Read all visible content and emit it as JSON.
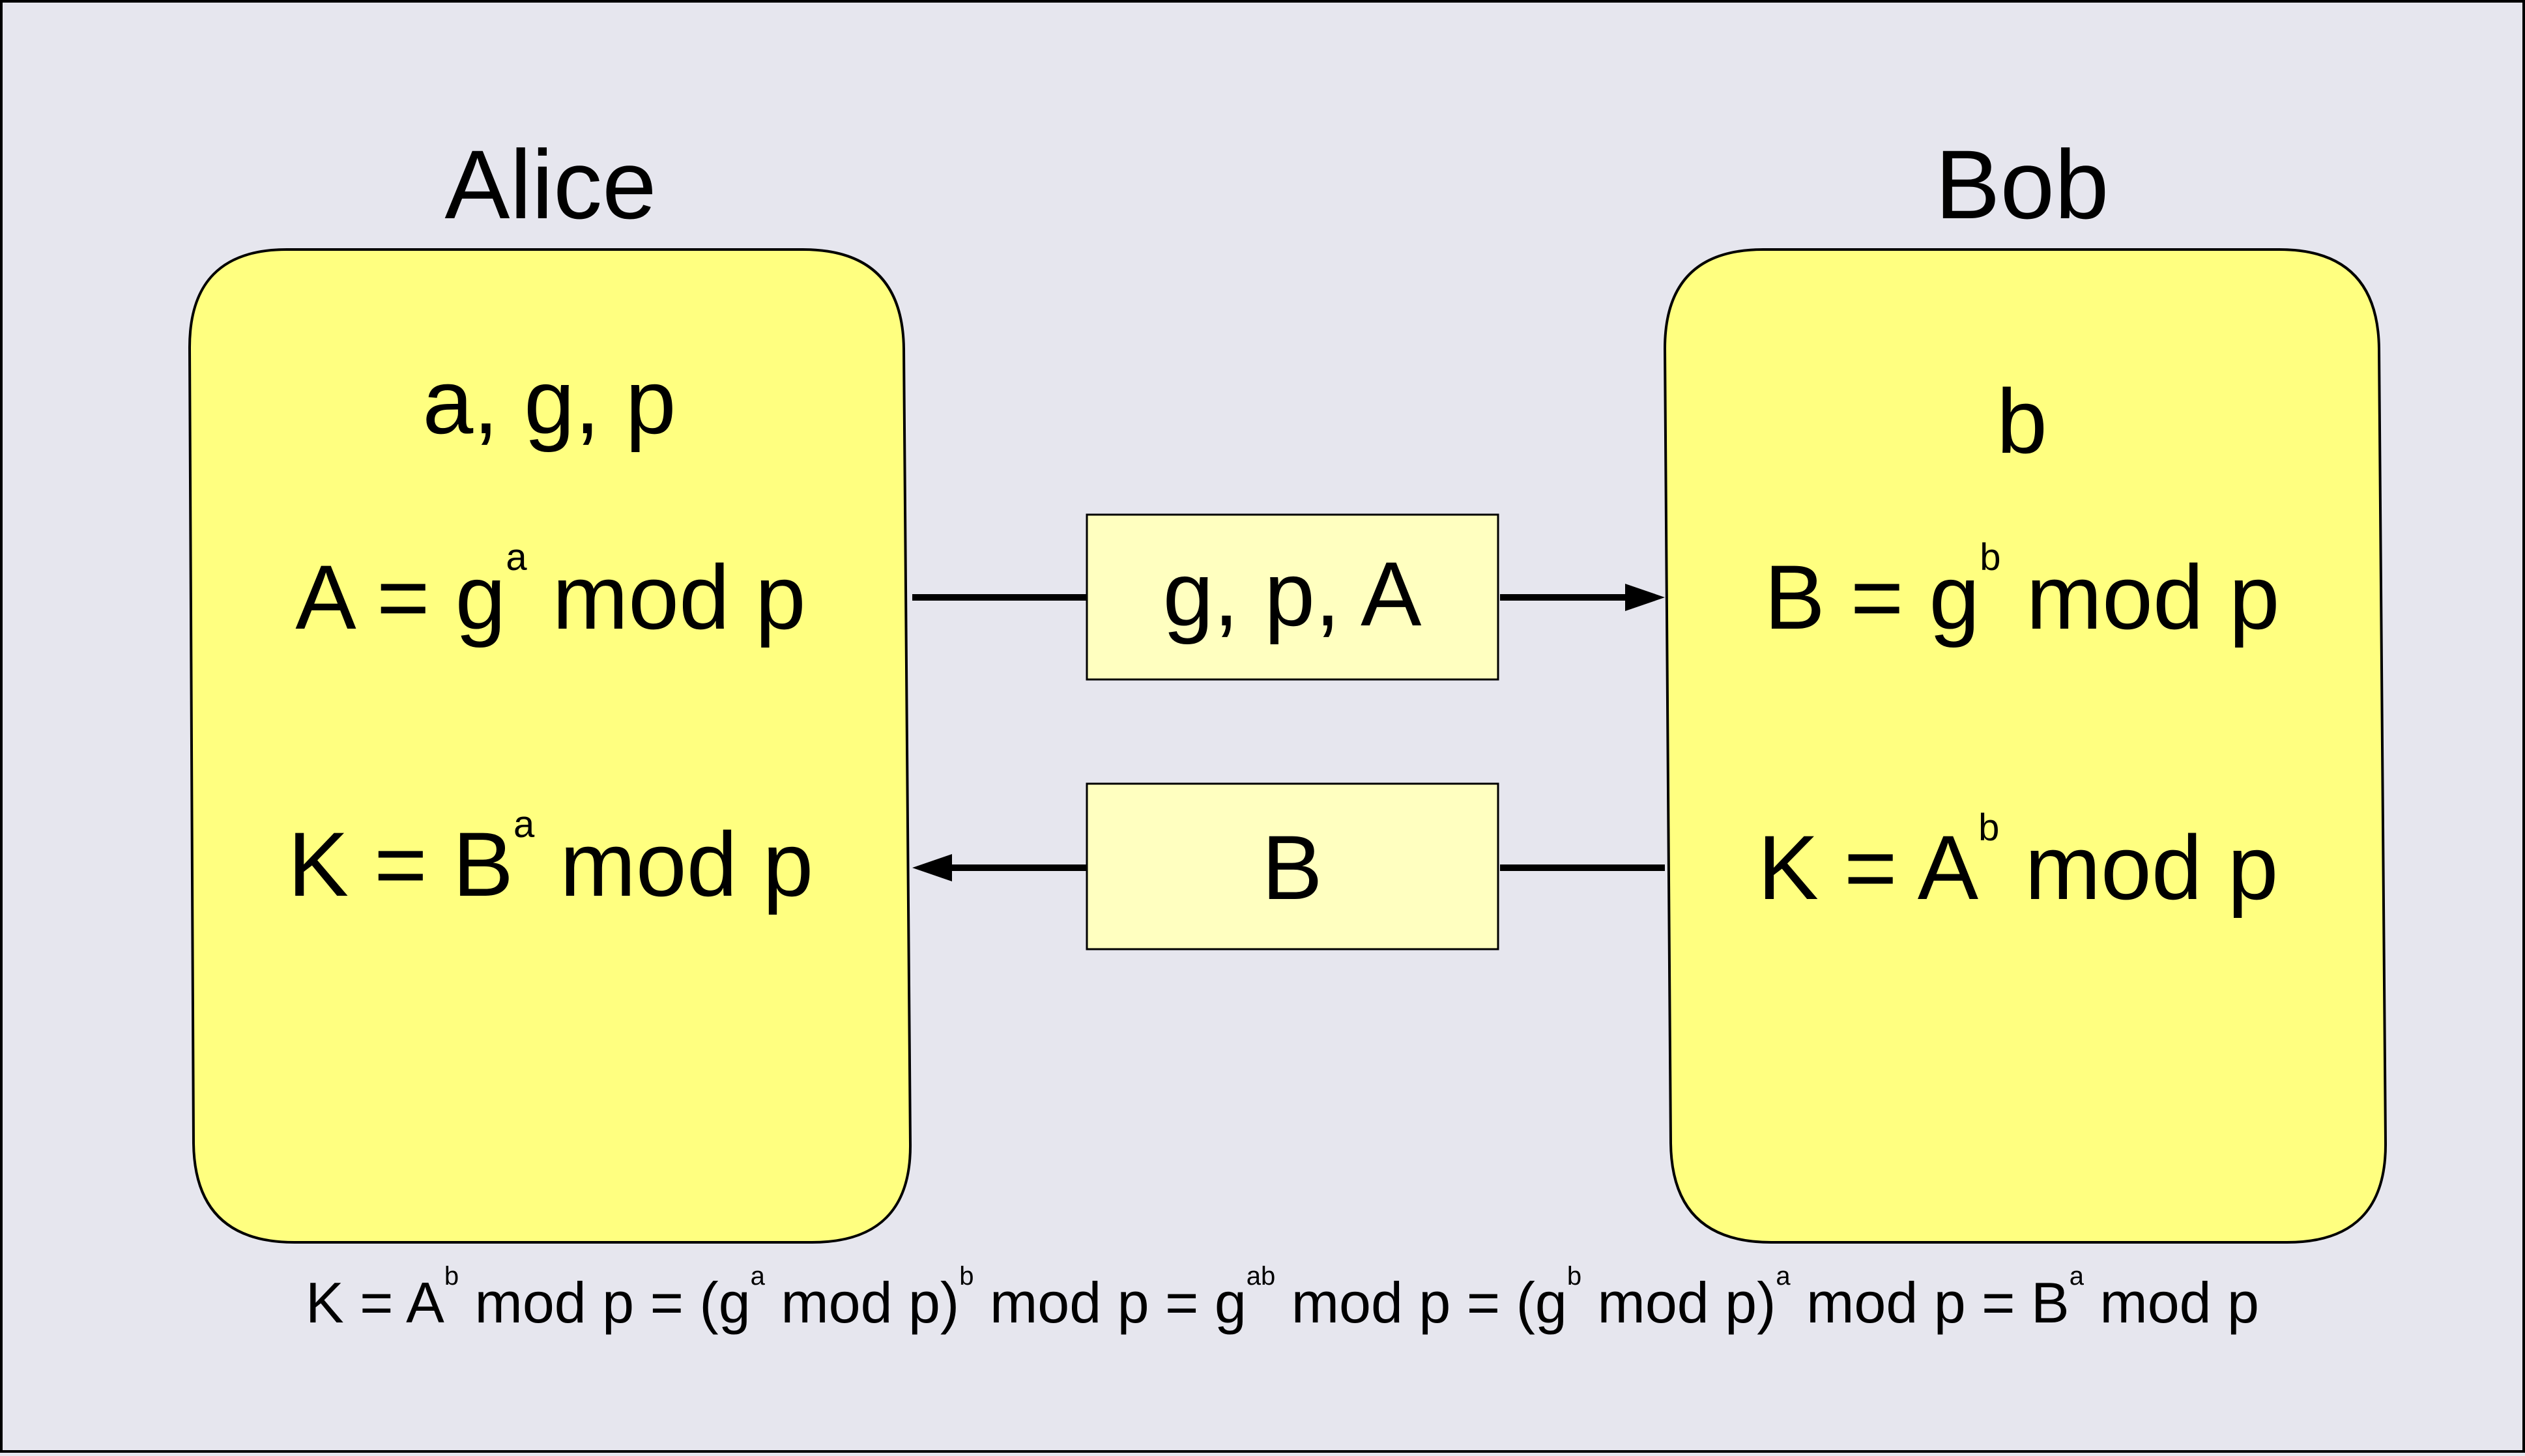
{
  "colors": {
    "background": "#e6e6ee",
    "party_box_fill": "#ffff80",
    "message_box_fill": "#ffffc0",
    "stroke": "#000000"
  },
  "alice": {
    "name": "Alice",
    "secrets": "a, g, p",
    "public_formula": {
      "base": "A = g",
      "exp": "a",
      "tail": " mod p"
    },
    "key_formula": {
      "base": "K = B",
      "exp": "a",
      "tail": " mod p"
    }
  },
  "bob": {
    "name": "Bob",
    "secrets": "b",
    "public_formula": {
      "base": "B = g",
      "exp": "b",
      "tail": " mod p"
    },
    "key_formula": {
      "base": "K = A",
      "exp": "b",
      "tail": " mod p"
    }
  },
  "messages": {
    "to_bob": "g, p, A",
    "to_alice": "B"
  },
  "equation": {
    "parts": [
      {
        "t": "K = A"
      },
      {
        "s": "b"
      },
      {
        "t": " mod p = (g"
      },
      {
        "s": "a"
      },
      {
        "t": " mod p)"
      },
      {
        "s": "b"
      },
      {
        "t": " mod p = g"
      },
      {
        "s": "ab"
      },
      {
        "t": " mod p = (g"
      },
      {
        "s": "b"
      },
      {
        "t": " mod p)"
      },
      {
        "s": "a"
      },
      {
        "t": " mod p = B"
      },
      {
        "s": "a"
      },
      {
        "t": " mod p"
      }
    ]
  }
}
